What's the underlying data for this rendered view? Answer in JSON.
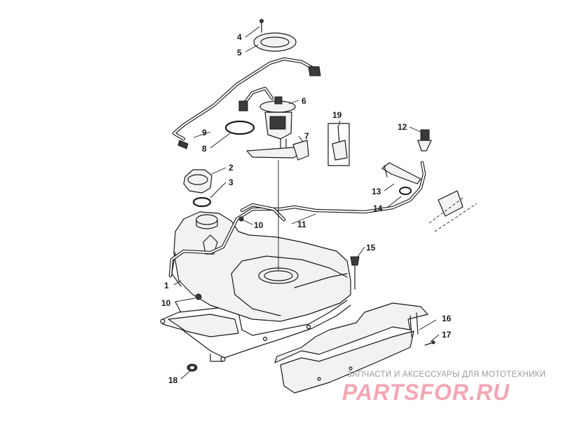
{
  "callouts": [
    {
      "id": "1",
      "label": "1"
    },
    {
      "id": "2",
      "label": "2"
    },
    {
      "id": "3",
      "label": "3"
    },
    {
      "id": "4",
      "label": "4"
    },
    {
      "id": "5",
      "label": "5"
    },
    {
      "id": "6",
      "label": "6"
    },
    {
      "id": "7",
      "label": "7"
    },
    {
      "id": "8",
      "label": "8"
    },
    {
      "id": "9",
      "label": "9"
    },
    {
      "id": "10a",
      "label": "10"
    },
    {
      "id": "10b",
      "label": "10"
    },
    {
      "id": "11",
      "label": "11"
    },
    {
      "id": "12",
      "label": "12"
    },
    {
      "id": "13",
      "label": "13"
    },
    {
      "id": "14",
      "label": "14"
    },
    {
      "id": "15",
      "label": "15"
    },
    {
      "id": "16",
      "label": "16"
    },
    {
      "id": "17",
      "label": "17"
    },
    {
      "id": "18",
      "label": "18"
    },
    {
      "id": "19",
      "label": "19"
    }
  ],
  "watermark": {
    "tagline": "ЗАПЧАСТИ И АКСЕССУАРЫ ДЛЯ МОТОТЕХНИКИ",
    "logo": "PARTSFOR.RU"
  },
  "colors": {
    "line": "#1a1a1a",
    "background": "#ffffff",
    "watermark_logo": "#f2a7b3",
    "watermark_text": "#9a9a9a"
  }
}
